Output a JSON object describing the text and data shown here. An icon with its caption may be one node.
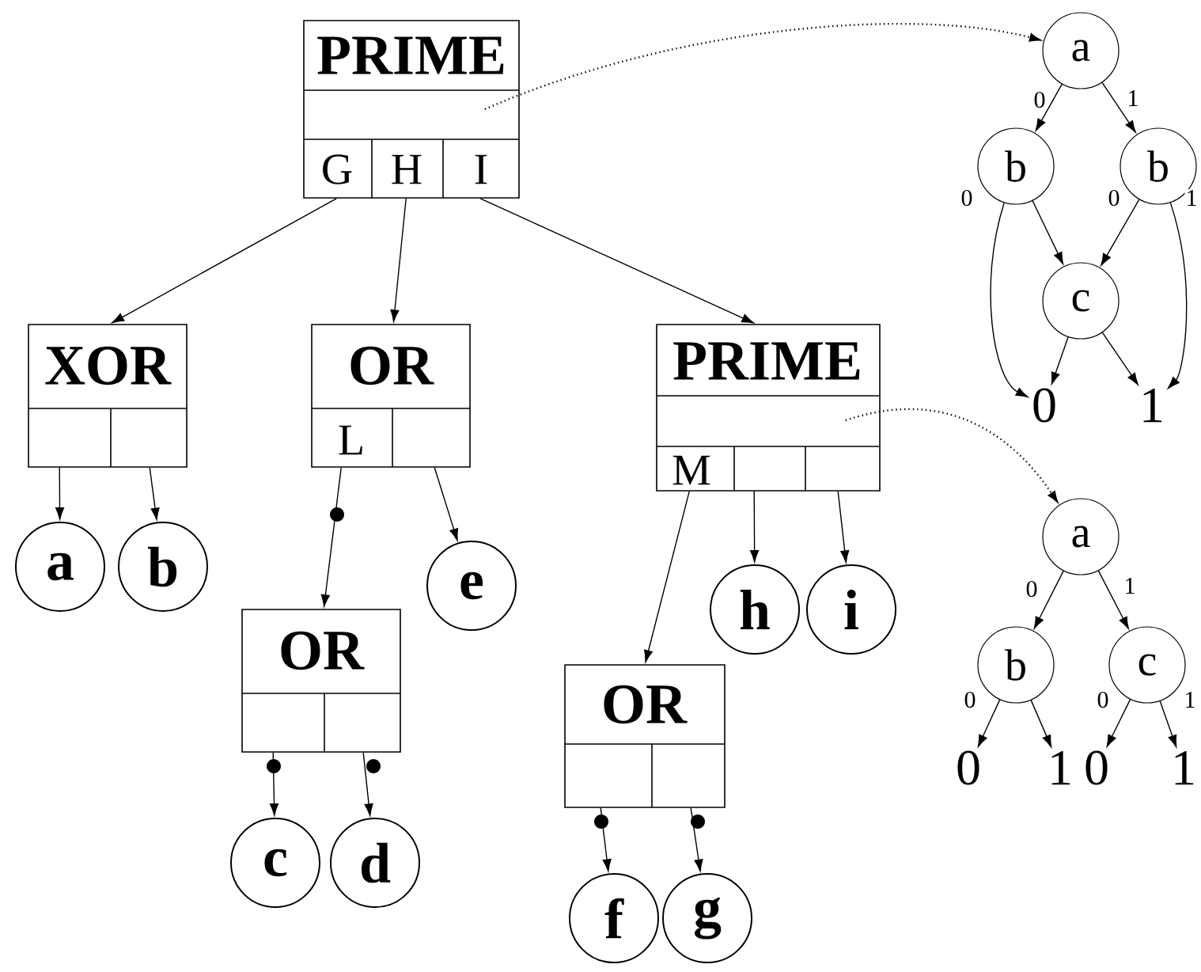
{
  "diagram": {
    "nodes": [
      {
        "text": [
          "PRIME",
          "G",
          "H",
          "I"
        ]
      },
      {
        "text": [
          "XOR"
        ]
      },
      {
        "text": [
          "OR",
          "L"
        ]
      },
      {
        "text": [
          "PRIME",
          "M"
        ]
      },
      {
        "text": [
          "a"
        ]
      },
      {
        "text": [
          "b"
        ]
      },
      {
        "text": [
          "e"
        ]
      },
      {
        "text": [
          "OR"
        ]
      },
      {
        "text": [
          "h"
        ]
      },
      {
        "text": [
          "i"
        ]
      },
      {
        "text": [
          "OR"
        ]
      },
      {
        "text": [
          "c"
        ]
      },
      {
        "text": [
          "d"
        ]
      },
      {
        "text": [
          "f"
        ]
      },
      {
        "text": [
          "g"
        ]
      },
      {
        "text": [
          "a"
        ]
      },
      {
        "text": [
          "b"
        ]
      },
      {
        "text": [
          "b"
        ]
      },
      {
        "text": [
          "c"
        ]
      },
      {
        "text": [
          "0"
        ]
      },
      {
        "text": [
          "1"
        ]
      },
      {
        "text": [
          "a"
        ]
      },
      {
        "text": [
          "b"
        ]
      },
      {
        "text": [
          "c"
        ]
      },
      {
        "text": [
          "0"
        ]
      },
      {
        "text": [
          "1"
        ]
      },
      {
        "text": [
          "0"
        ]
      },
      {
        "text": [
          "1"
        ]
      }
    ],
    "edges": [
      {
        "from": 0,
        "to": 1,
        "arrow": "to"
      },
      {
        "from": 0,
        "to": 2,
        "arrow": "to"
      },
      {
        "from": 0,
        "to": 3,
        "arrow": "to"
      },
      {
        "from": 1,
        "to": 4,
        "arrow": "to"
      },
      {
        "from": 1,
        "to": 5,
        "arrow": "to"
      },
      {
        "from": 2,
        "to": 7,
        "arrow": "to"
      },
      {
        "from": 2,
        "to": 6,
        "arrow": "to"
      },
      {
        "from": 3,
        "to": 10,
        "arrow": "to"
      },
      {
        "from": 3,
        "to": 8,
        "arrow": "to"
      },
      {
        "from": 3,
        "to": 9,
        "arrow": "to"
      },
      {
        "from": 7,
        "to": 11,
        "arrow": "to"
      },
      {
        "from": 7,
        "to": 12,
        "arrow": "to"
      },
      {
        "from": 10,
        "to": 13,
        "arrow": "to"
      },
      {
        "from": 10,
        "to": 14,
        "arrow": "to"
      },
      {
        "from": 0,
        "to": 15,
        "arrow": "to",
        "style": "dashed"
      },
      {
        "from": 3,
        "to": 21,
        "arrow": "to",
        "style": "dashed"
      },
      {
        "from": 15,
        "to": 16,
        "arrow": "to",
        "label": "0"
      },
      {
        "from": 15,
        "to": 17,
        "arrow": "to",
        "label": "1"
      },
      {
        "from": 16,
        "to": 19,
        "arrow": "to",
        "label": "0"
      },
      {
        "from": 16,
        "to": 18,
        "arrow": "to"
      },
      {
        "from": 17,
        "to": 18,
        "arrow": "to",
        "label": "0"
      },
      {
        "from": 17,
        "to": 20,
        "arrow": "to",
        "label": "1"
      },
      {
        "from": 18,
        "to": 19,
        "arrow": "to"
      },
      {
        "from": 18,
        "to": 20,
        "arrow": "to"
      },
      {
        "from": 21,
        "to": 22,
        "arrow": "to",
        "label": "0"
      },
      {
        "from": 21,
        "to": 23,
        "arrow": "to",
        "label": "1"
      },
      {
        "from": 22,
        "to": 24,
        "arrow": "to",
        "label": "0"
      },
      {
        "from": 22,
        "to": 25,
        "arrow": "to"
      },
      {
        "from": 23,
        "to": 26,
        "arrow": "to",
        "label": "0"
      },
      {
        "from": 23,
        "to": 27,
        "arrow": "to",
        "label": "1"
      }
    ]
  }
}
